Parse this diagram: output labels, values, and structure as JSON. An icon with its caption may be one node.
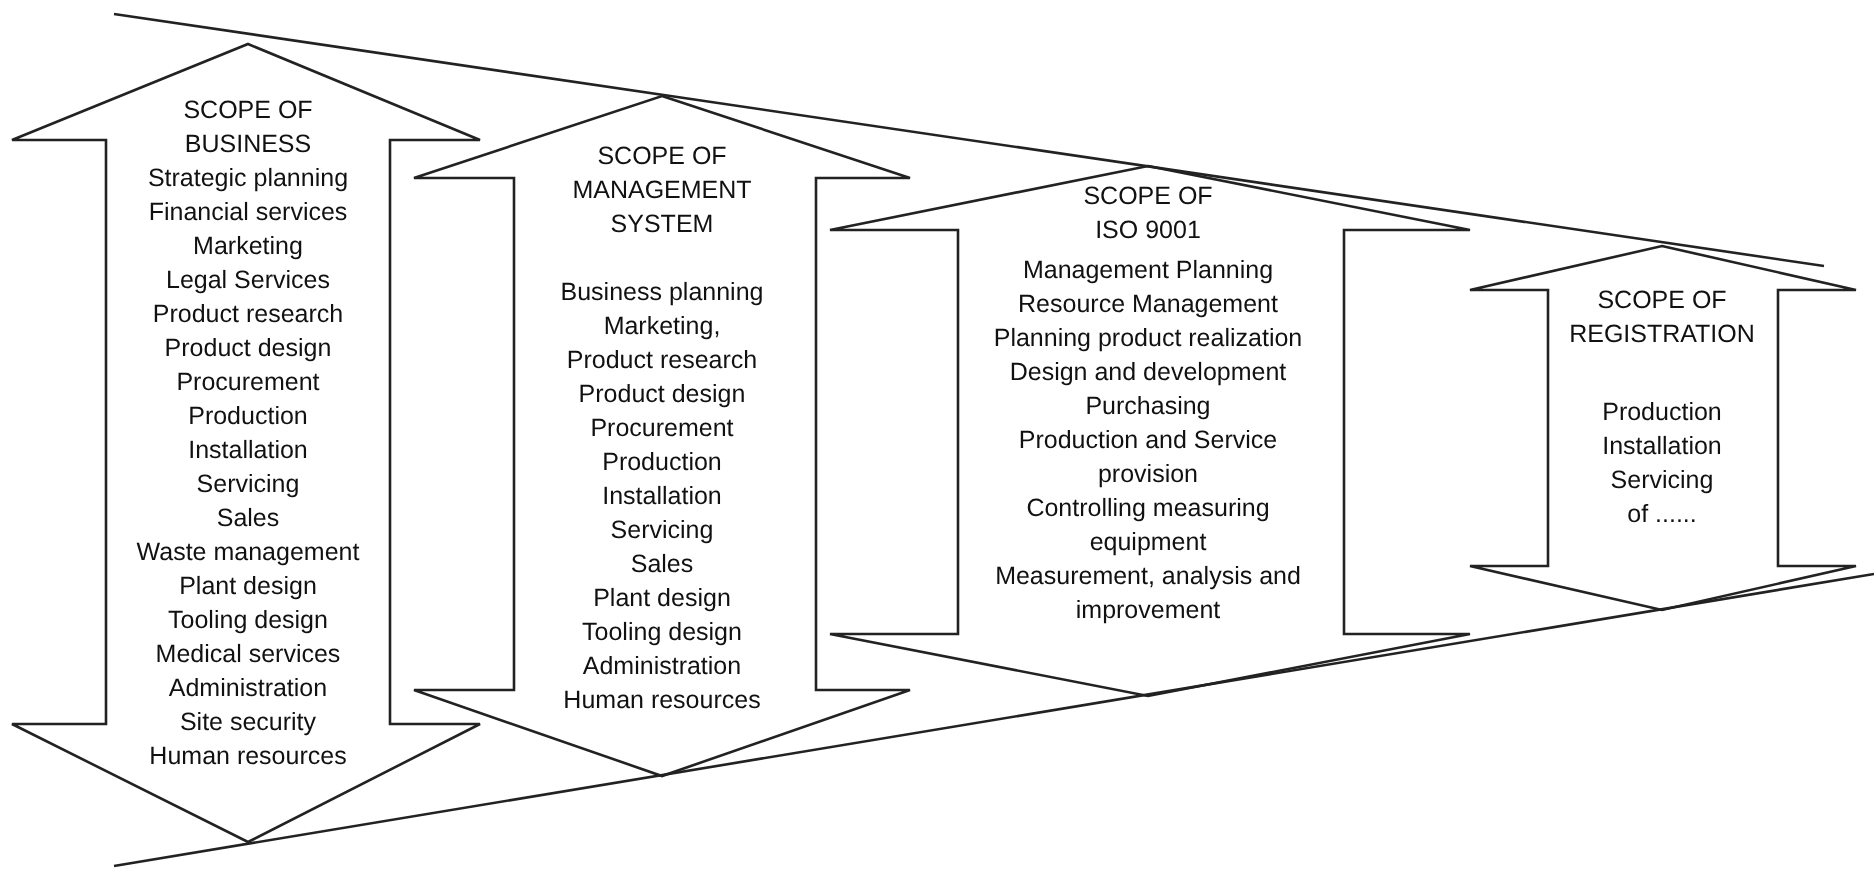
{
  "diagram": {
    "nodes": [
      {
        "text": [
          "SCOPE OF BUSINESS",
          "Strategic planning",
          "Financial services",
          "Marketing",
          "Legal Services",
          "Product research",
          "Product design",
          "Procurement",
          "Production",
          "Installation",
          "Servicing",
          "Sales",
          "Waste management",
          "Plant design",
          "Tooling design",
          "Medical services",
          "Administration",
          "Site security",
          "Human resources"
        ]
      },
      {
        "text": [
          "SCOPE OF MANAGEMENT SYSTEM",
          "Business planning",
          "Marketing,",
          "Product research",
          "Product design",
          "Procurement",
          "Production",
          "Installation",
          "Servicing",
          "Sales",
          "Plant design",
          "Tooling design",
          "Administration",
          "Human resources"
        ]
      },
      {
        "text": [
          "SCOPE OF ISO 9001",
          "Management Planning",
          "Resource Management",
          "Planning product realization",
          "Design and development",
          "Purchasing",
          "Production and Service provision",
          "Controlling measuring equipment",
          "Measurement, analysis and improvement"
        ]
      },
      {
        "text": [
          "SCOPE OF REGISTRATION",
          "Production",
          "Installation",
          "Servicing",
          "of ......"
        ]
      }
    ]
  }
}
